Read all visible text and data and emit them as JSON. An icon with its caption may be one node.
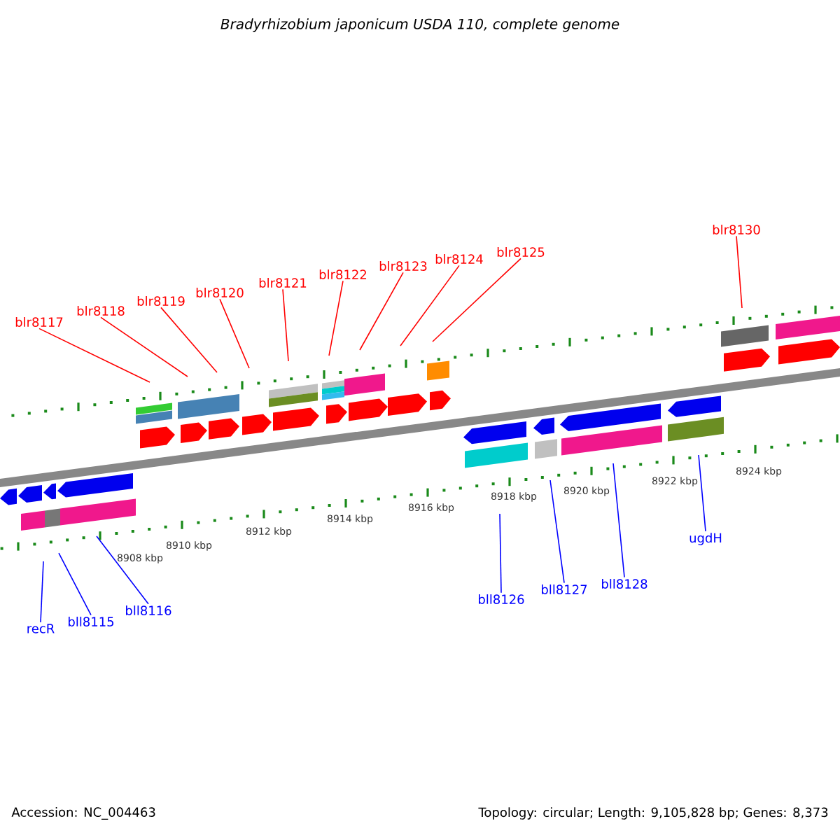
{
  "diagram": {
    "title": "Bradyrhizobium japonicum USDA 110, complete genome",
    "nodes": [
      {
        "text": [
          "blr8117"
        ]
      },
      {
        "text": [
          "blr8118"
        ]
      },
      {
        "text": [
          "blr8119"
        ]
      },
      {
        "text": [
          "blr8120"
        ]
      },
      {
        "text": [
          "blr8121"
        ]
      },
      {
        "text": [
          "blr8122"
        ]
      },
      {
        "text": [
          "blr8123"
        ]
      },
      {
        "text": [
          "blr8124"
        ]
      },
      {
        "text": [
          "blr8125"
        ]
      },
      {
        "text": [
          "blr8130"
        ]
      },
      {
        "text": [
          "recR"
        ]
      },
      {
        "text": [
          "bll8115"
        ]
      },
      {
        "text": [
          "bll8116"
        ]
      },
      {
        "text": [
          "bll8126"
        ]
      },
      {
        "text": [
          "bll8127"
        ]
      },
      {
        "text": [
          "bll8128"
        ]
      },
      {
        "text": [
          "ugdH"
        ]
      }
    ],
    "edges": [
      {
        "from": 0,
        "to": null,
        "arrow": "none"
      },
      {
        "from": 1,
        "to": null,
        "arrow": "none"
      },
      {
        "from": 2,
        "to": null,
        "arrow": "none"
      },
      {
        "from": 3,
        "to": null,
        "arrow": "none"
      },
      {
        "from": 4,
        "to": null,
        "arrow": "none"
      },
      {
        "from": 5,
        "to": null,
        "arrow": "none"
      },
      {
        "from": 6,
        "to": null,
        "arrow": "none"
      },
      {
        "from": 7,
        "to": null,
        "arrow": "none"
      },
      {
        "from": 8,
        "to": null,
        "arrow": "none"
      },
      {
        "from": 9,
        "to": null,
        "arrow": "none"
      },
      {
        "from": 10,
        "to": null,
        "arrow": "none",
        "color": "#0000ff"
      },
      {
        "from": 11,
        "to": null,
        "arrow": "none",
        "color": "#0000ff"
      },
      {
        "from": 12,
        "to": null,
        "arrow": "none",
        "color": "#0000ff"
      },
      {
        "from": 13,
        "to": null,
        "arrow": "none",
        "color": "#0000ff"
      },
      {
        "from": 14,
        "to": null,
        "arrow": "none",
        "color": "#0000ff"
      },
      {
        "from": 15,
        "to": null,
        "arrow": "none",
        "color": "#0000ff"
      },
      {
        "from": 16,
        "to": null,
        "arrow": "none",
        "color": "#0000ff"
      }
    ],
    "labels": [
      "8908 kbp",
      "8910 kbp",
      "8912 kbp",
      "8914 kbp",
      "8916 kbp",
      "8918 kbp",
      "8920 kbp",
      "8922 kbp",
      "8924 kbp",
      "Accession: NC_004463",
      "Topology: circular; Length: 9,105,828 bp; Genes: 8,373"
    ]
  }
}
